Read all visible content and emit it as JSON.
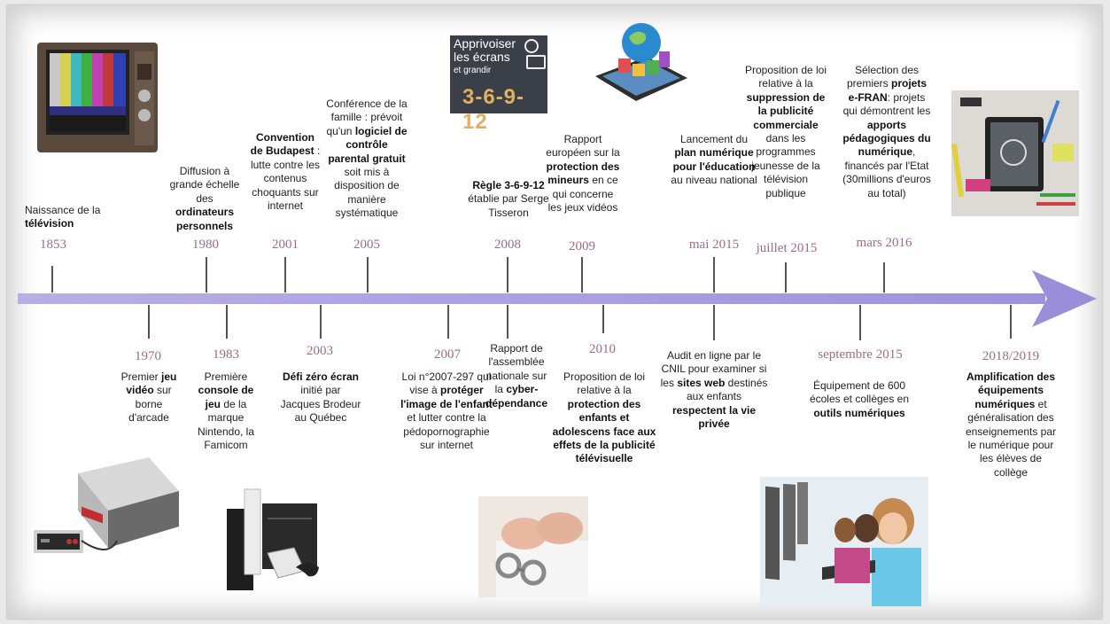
{
  "events_top": [
    {
      "year": "1853",
      "segments": [
        {
          "t": "Naissance de la ",
          "b": false
        },
        {
          "t": "télévision",
          "b": true
        }
      ]
    },
    {
      "year": "1980",
      "segments": [
        {
          "t": "Diffusion à grande échelle des ",
          "b": false
        },
        {
          "t": "ordinateurs personnels",
          "b": true
        }
      ]
    },
    {
      "year": "2001",
      "segments": [
        {
          "t": "Convention de Budapest",
          "b": true
        },
        {
          "t": " : lutte contre les contenus choquants sur internet",
          "b": false
        }
      ]
    },
    {
      "year": "2005",
      "segments": [
        {
          "t": "Conférence de la famille : prévoit qu'un ",
          "b": false
        },
        {
          "t": "logiciel de contrôle parental gratuit",
          "b": true
        },
        {
          "t": " soit mis à disposition de manière systématique",
          "b": false
        }
      ]
    },
    {
      "year": "2008",
      "segments": [
        {
          "t": "Règle 3-6-9-12",
          "b": true
        },
        {
          "t": " établie par Serge Tisseron",
          "b": false
        }
      ]
    },
    {
      "year": "2009",
      "segments": [
        {
          "t": "Rapport européen sur la ",
          "b": false
        },
        {
          "t": "protection des mineurs",
          "b": true
        },
        {
          "t": " en ce qui concerne les jeux vidéos",
          "b": false
        }
      ]
    },
    {
      "year": "mai 2015",
      "segments": [
        {
          "t": "Lancement du ",
          "b": false
        },
        {
          "t": "plan numérique pour l'éducation",
          "b": true
        },
        {
          "t": " au niveau national",
          "b": false
        }
      ]
    },
    {
      "year": "juillet 2015",
      "segments": [
        {
          "t": "Proposition de loi relative à la ",
          "b": false
        },
        {
          "t": "suppression de la publicité commerciale",
          "b": true
        },
        {
          "t": " dans les programmes jeunesse de la télévision publique",
          "b": false
        }
      ]
    },
    {
      "year": "mars 2016",
      "segments": [
        {
          "t": "Sélection des premiers ",
          "b": false
        },
        {
          "t": "projets e-FRAN",
          "b": true
        },
        {
          "t": ": projets qui démontrent les ",
          "b": false
        },
        {
          "t": "apports pédagogiques du numérique",
          "b": true
        },
        {
          "t": ", financés par l'Etat (30millions d'euros au total)",
          "b": false
        }
      ]
    }
  ],
  "events_bottom": [
    {
      "year": "1970",
      "segments": [
        {
          "t": "Premier ",
          "b": false
        },
        {
          "t": "jeu vidéo",
          "b": true
        },
        {
          "t": " sur borne d'arcade",
          "b": false
        }
      ]
    },
    {
      "year": "1983",
      "segments": [
        {
          "t": "Première ",
          "b": false
        },
        {
          "t": "console de jeu",
          "b": true
        },
        {
          "t": " de la marque Nintendo, la Famicom",
          "b": false
        }
      ]
    },
    {
      "year": "2003",
      "segments": [
        {
          "t": "Défi zéro écran",
          "b": true
        },
        {
          "t": " initié par Jacques Brodeur au Québec",
          "b": false
        }
      ]
    },
    {
      "year": "2007",
      "segments": [
        {
          "t": "Loi n°2007-297 qui vise à ",
          "b": false
        },
        {
          "t": "protéger l'image de l'enfant",
          "b": true
        },
        {
          "t": " et lutter contre la pédopornographie sur internet",
          "b": false
        }
      ]
    },
    {
      "year": "",
      "segments": [
        {
          "t": "Rapport de l'assemblée nationale sur la ",
          "b": false
        },
        {
          "t": "cyber-dépendance",
          "b": true
        }
      ]
    },
    {
      "year": "2010",
      "segments": [
        {
          "t": "Proposition de loi relative à la ",
          "b": false
        },
        {
          "t": "protection des enfants et adolescens face aux effets de la publicité télévisuelle",
          "b": true
        }
      ]
    },
    {
      "year": "",
      "segments": [
        {
          "t": "Audit en ligne par le CNIL pour examiner si les ",
          "b": false
        },
        {
          "t": "sites web",
          "b": true
        },
        {
          "t": " destinés aux enfants ",
          "b": false
        },
        {
          "t": "respectent la vie privée",
          "b": true
        }
      ]
    },
    {
      "year": "septembre 2015",
      "segments": [
        {
          "t": "Équipement de 600 écoles et collèges en ",
          "b": false
        },
        {
          "t": "outils numériques",
          "b": true
        }
      ]
    },
    {
      "year": "2018/2019",
      "segments": [
        {
          "t": "Amplification des équipements numériques",
          "b": true
        },
        {
          "t": " et généralisation des enseignements par le numérique pour les élèves de collège",
          "b": false
        }
      ]
    }
  ],
  "badge": {
    "line1": "Apprivoiser",
    "line2": "les écrans",
    "line3": "et grandir",
    "digits": "3-6-9-12"
  },
  "colors": {
    "arrow": "#a99ee0",
    "year": "#a06a86",
    "badge_bg": "#3b4048",
    "badge_digits": "#e0b060"
  },
  "icons": [
    "tv-icon",
    "globe-tablet-icon",
    "desk-tools-icon",
    "nes-console-icon",
    "consoles-icon",
    "handcuffed-hands-icon",
    "children-computers-icon"
  ]
}
